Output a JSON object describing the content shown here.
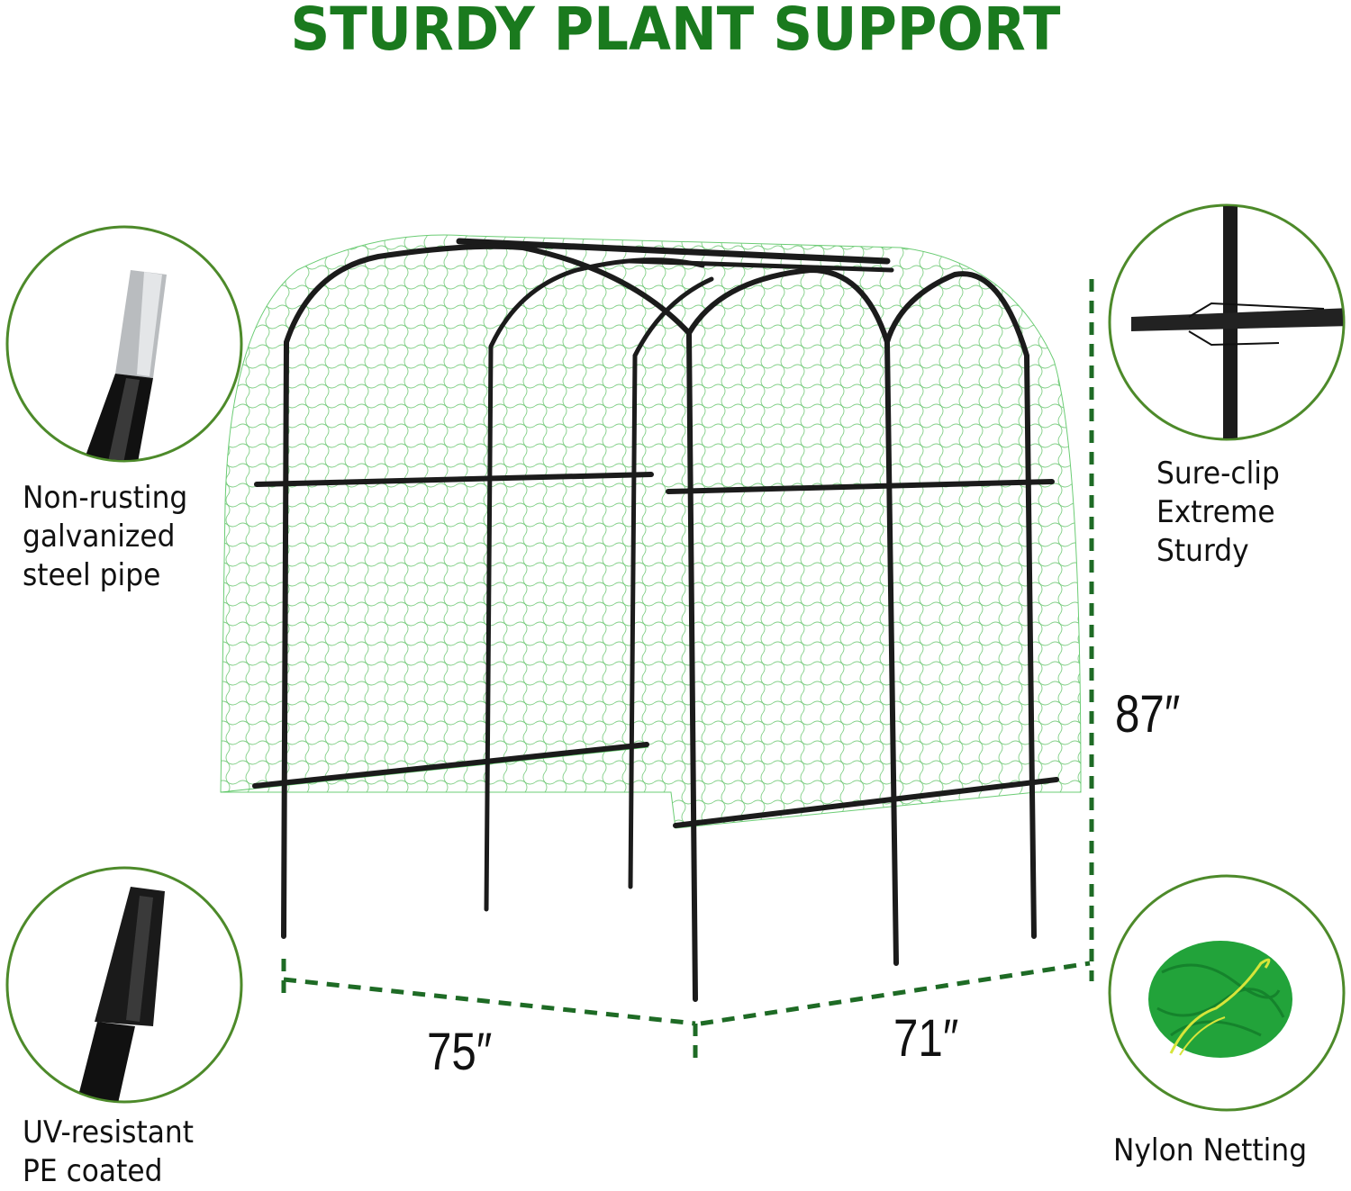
{
  "title": "STURDY PLANT SUPPORT",
  "colors": {
    "title_green": "#1a7a1e",
    "circle_border": "#4d8a2a",
    "dimension_line": "#1e6b25",
    "net_green": "#3fbf4a",
    "frame_black": "#1b1b1b"
  },
  "features": [
    {
      "label_lines": [
        "Non-rusting",
        "galvanized",
        "steel pipe"
      ],
      "icon": "galvanized-pipe-icon"
    },
    {
      "label_lines": [
        "Sure-clip",
        "Extreme",
        "Sturdy"
      ],
      "icon": "sure-clip-icon"
    },
    {
      "label_lines": [
        "UV-resistant",
        "PE coated"
      ],
      "icon": "pe-coated-pole-icon"
    },
    {
      "label_lines": [
        "Nylon Netting"
      ],
      "icon": "nylon-netting-icon"
    }
  ],
  "dimensions": {
    "width": "75″",
    "depth": "71″",
    "height": "87″"
  }
}
